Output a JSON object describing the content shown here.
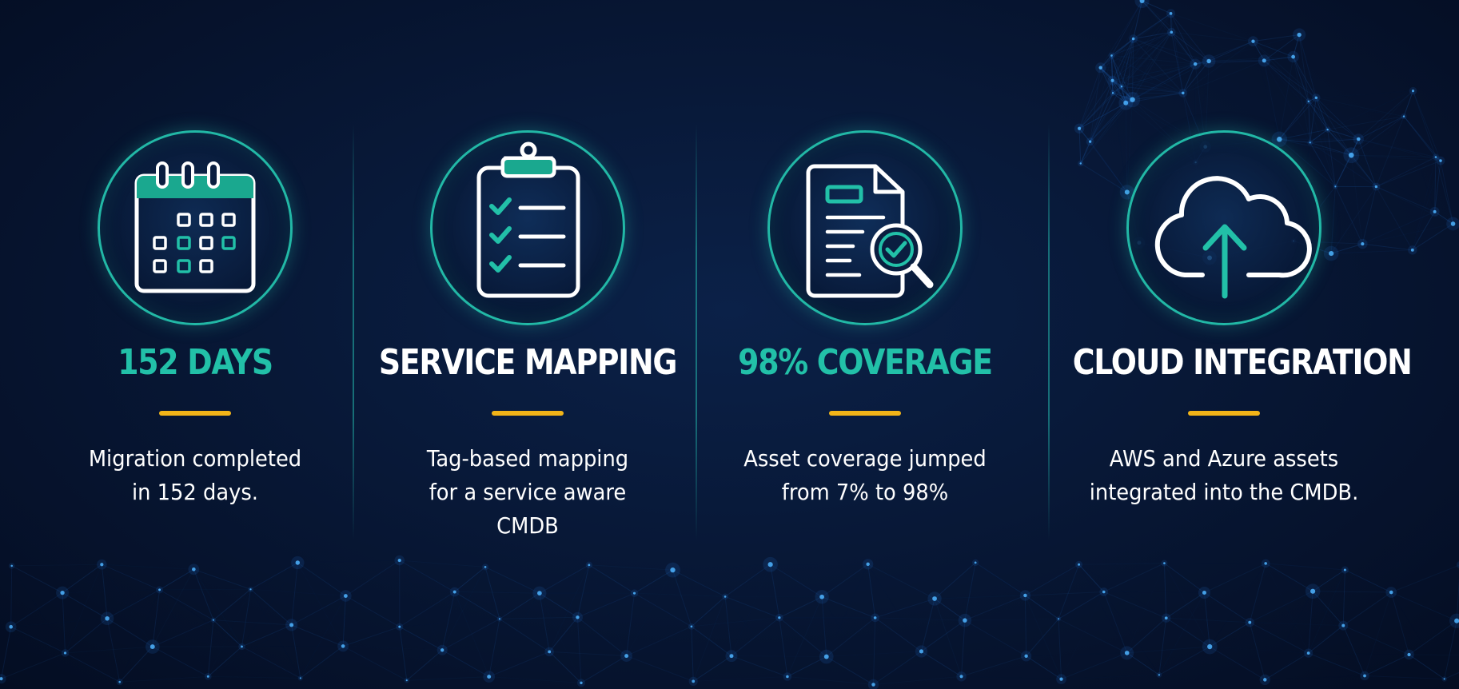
{
  "colors": {
    "teal": "#22c0a8",
    "white": "#ffffff",
    "gold": "#f2b418",
    "background": "#071633"
  },
  "panels": [
    {
      "icon": "calendar-icon",
      "headline": "152 DAYS",
      "headline_color": "#22c0a8",
      "description_lines": [
        "Migration completed",
        "in 152 days."
      ]
    },
    {
      "icon": "clipboard-checklist-icon",
      "headline": "SERVICE MAPPING",
      "headline_color": "#ffffff",
      "description_lines": [
        "Tag-based mapping",
        "for a service aware",
        "CMDB"
      ]
    },
    {
      "icon": "document-search-icon",
      "headline": "98% COVERAGE",
      "headline_color": "#22c0a8",
      "description_lines": [
        "Asset coverage jumped",
        "from 7% to 98%"
      ]
    },
    {
      "icon": "cloud-upload-icon",
      "headline": "CLOUD INTEGRATION",
      "headline_color": "#ffffff",
      "description_lines": [
        "AWS and Azure assets",
        "integrated into the CMDB."
      ]
    }
  ]
}
